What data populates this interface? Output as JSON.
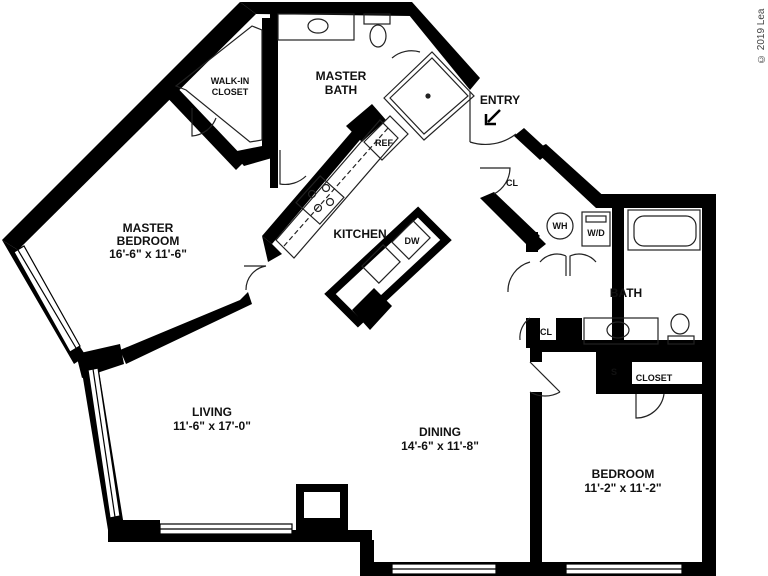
{
  "plan": {
    "copyright": "© 2019 Lea",
    "rooms": {
      "master_bedroom": {
        "name": "MASTER\nBEDROOM",
        "dims": "16'-6\" x 11'-6\""
      },
      "master_bath": {
        "name": "MASTER\nBATH"
      },
      "walk_in_closet": {
        "name": "WALK-IN\nCLOSET"
      },
      "kitchen": {
        "name": "KITCHEN"
      },
      "living": {
        "name": "LIVING",
        "dims": "11'-6\" x 17'-0\""
      },
      "dining": {
        "name": "DINING",
        "dims": "14'-6\" x 11'-8\""
      },
      "bath": {
        "name": "BATH"
      },
      "bedroom": {
        "name": "BEDROOM",
        "dims": "11'-2\" x 11'-2\""
      },
      "closet": {
        "name": "CLOSET"
      }
    },
    "labels": {
      "entry": "ENTRY",
      "ref": "REF",
      "dw": "DW",
      "wh": "WH",
      "wd": "W/D",
      "cl_entry": "CL",
      "cl_bath": "CL",
      "shelf": "S"
    },
    "colors": {
      "wall": "#000000",
      "line": "#222222",
      "fixture": "#666666"
    }
  }
}
